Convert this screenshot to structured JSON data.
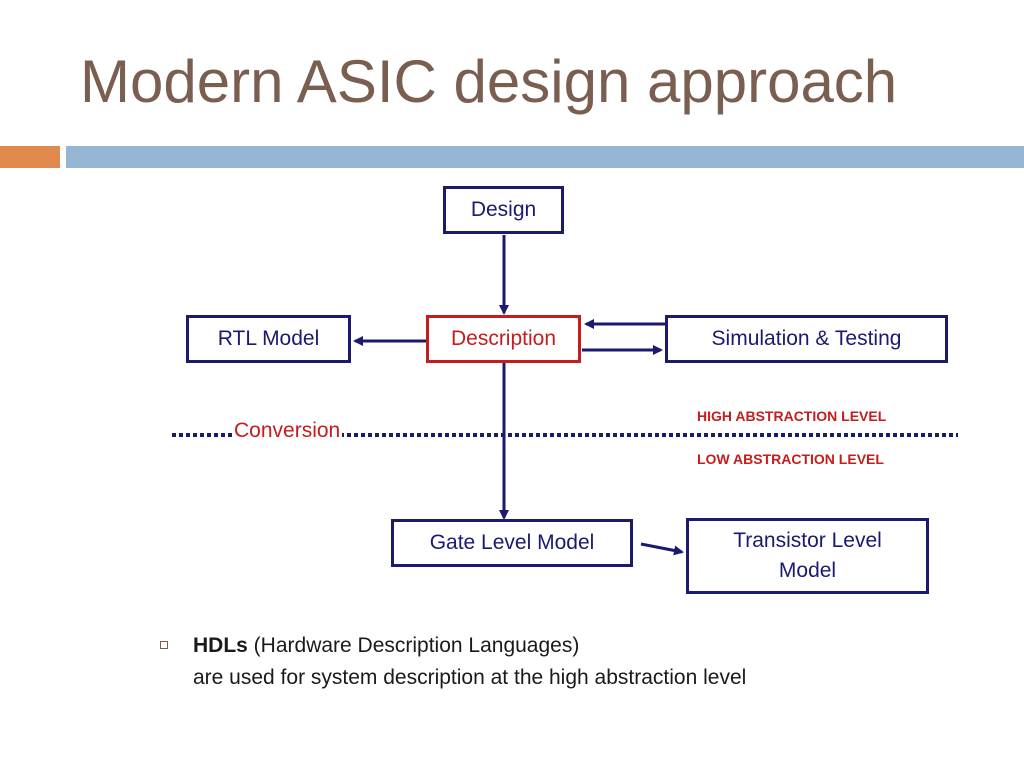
{
  "slide": {
    "title": "Modern ASIC design approach"
  },
  "diagram": {
    "nodes": {
      "design": "Design",
      "rtl_model": "RTL Model",
      "description": "Description",
      "simulation_testing": "Simulation & Testing",
      "gate_level_model": "Gate Level Model",
      "transistor_level_model_line1": "Transistor Level",
      "transistor_level_model_line2": "Model"
    },
    "conversion_label": "Conversion",
    "high_abstraction_label": "HIGH ABSTRACTION LEVEL",
    "low_abstraction_label": "LOW ABSTRACTION LEVEL"
  },
  "bullet": {
    "term": "HDLs",
    "expansion": " (Hardware Description Languages)",
    "line2": "are used for system description at the high abstraction level"
  },
  "colors": {
    "title": "#7a5e50",
    "navy": "#1b1a6e",
    "red": "#c51d1d",
    "orange_bar": "#e08a4d",
    "blue_bar": "#94b6d2"
  }
}
